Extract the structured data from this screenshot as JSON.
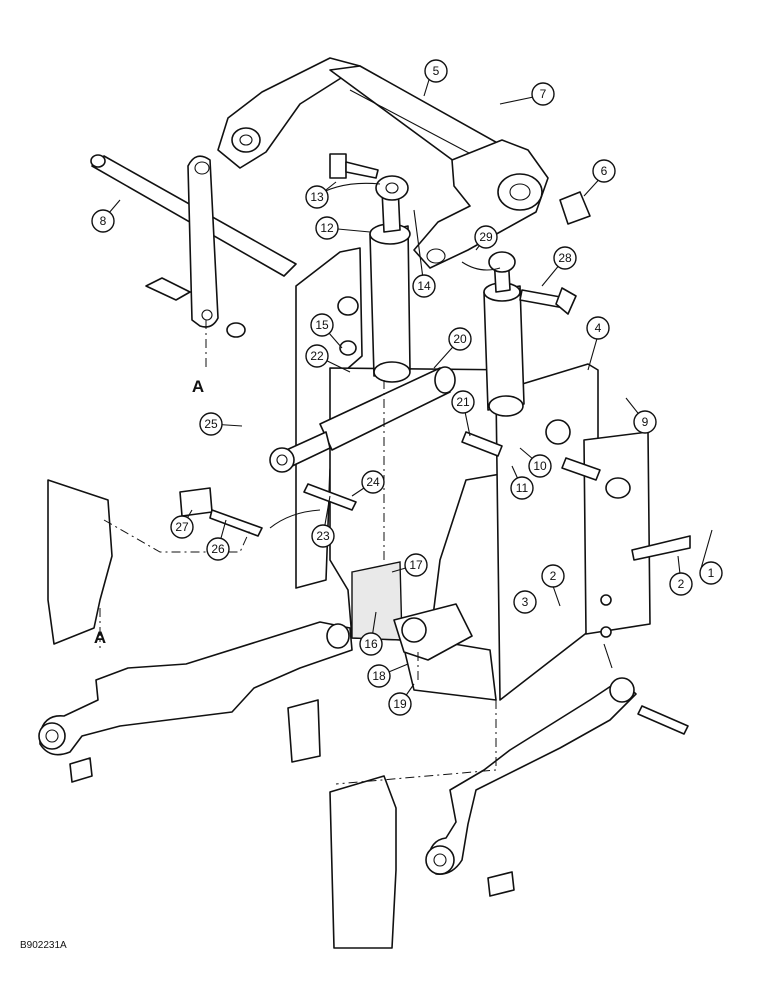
{
  "figure_id": "B902231A",
  "reference_letter": "A",
  "callouts": [
    "1",
    "2",
    "3",
    "4",
    "5",
    "6",
    "7",
    "8",
    "9",
    "10",
    "11",
    "12",
    "13",
    "14",
    "15",
    "16",
    "17",
    "18",
    "19",
    "20",
    "21",
    "22",
    "23",
    "24",
    "25",
    "26",
    "27",
    "28",
    "29"
  ],
  "icon_names": [
    "hitch-frame-drawing",
    "hydraulic-cylinder-icon",
    "lift-arm-icon",
    "shaft-icon"
  ]
}
